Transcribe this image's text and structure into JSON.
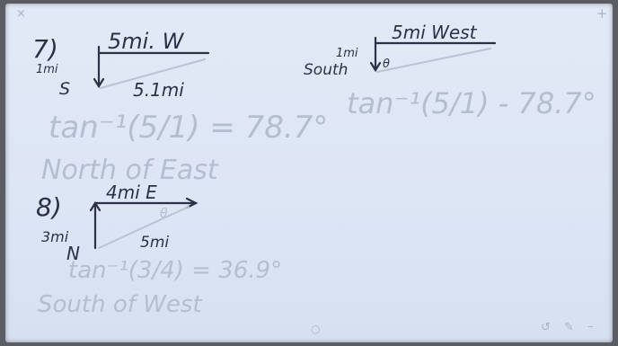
{
  "window": {
    "close_glyph": "×",
    "add_glyph": "+"
  },
  "bottom_bar": {
    "dot_glyph": "○",
    "undo_glyph": "↺",
    "pen_glyph": "✎",
    "minimize_glyph": "–"
  },
  "problem_7": {
    "number": "7)",
    "west_label": "5mi. W",
    "south_label_top": "1mi",
    "south_label_bottom": "S",
    "resultant_label": "5.1mi",
    "tan_expression": "tan⁻¹(5/1) = 78.7°",
    "direction": "North of East"
  },
  "problem_7_alt": {
    "west_label": "5mi West",
    "south_label_top": "1mi",
    "south_label_bottom": "South",
    "angle_mark": "θ",
    "tan_expression": "tan⁻¹(5/1) - 78.7°"
  },
  "problem_8": {
    "number": "8)",
    "east_label": "4mi E",
    "north_label_top": "3mi",
    "north_label_bottom": "N",
    "resultant_label": "5mi",
    "angle_mark": "θ",
    "tan_expression": "tan⁻¹(3/4) = 36.9°",
    "direction": "South of West"
  }
}
